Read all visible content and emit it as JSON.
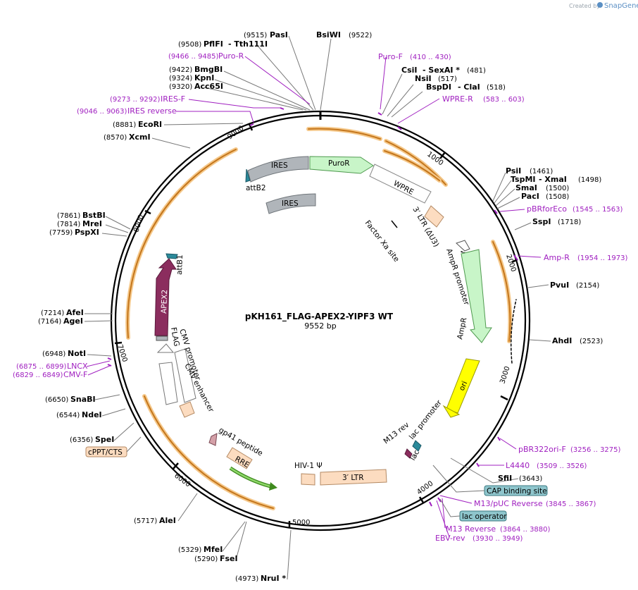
{
  "credit": {
    "prefix": "Created by",
    "brand": "SnapGene"
  },
  "plasmid": {
    "name": "pKH161_FLAG-APEX2-YIPF3 WT",
    "size": "9552 bp"
  },
  "ticks": [
    "1000",
    "2000",
    "3000",
    "4000",
    "5000",
    "6000",
    "7000",
    "8000",
    "9000"
  ],
  "sites": [
    {
      "id": "pasi",
      "pos": "(9515)",
      "name": "PasI"
    },
    {
      "id": "bsiwi",
      "pos": "(9522)",
      "name": "BsiWI"
    },
    {
      "id": "pflfi",
      "pos": "(9508)",
      "name": "PflFI",
      "extra": "- Tth111I"
    },
    {
      "id": "bmgbi",
      "pos": "(9422)",
      "name": "BmgBI"
    },
    {
      "id": "kpni",
      "pos": "(9324)",
      "name": "KpnI"
    },
    {
      "id": "acc65i",
      "pos": "(9320)",
      "name": "Acc65I"
    },
    {
      "id": "ecori",
      "pos": "(8881)",
      "name": "EcoRI"
    },
    {
      "id": "xcmi",
      "pos": "(8570)",
      "name": "XcmI"
    },
    {
      "id": "bstbi",
      "pos": "(7861)",
      "name": "BstBI"
    },
    {
      "id": "mrei",
      "pos": "(7814)",
      "name": "MreI"
    },
    {
      "id": "pspxi",
      "pos": "(7759)",
      "name": "PspXI"
    },
    {
      "id": "afei",
      "pos": "(7214)",
      "name": "AfeI"
    },
    {
      "id": "agei",
      "pos": "(7164)",
      "name": "AgeI"
    },
    {
      "id": "noti",
      "pos": "(6948)",
      "name": "NotI"
    },
    {
      "id": "snabi",
      "pos": "(6650)",
      "name": "SnaBI"
    },
    {
      "id": "ndei",
      "pos": "(6544)",
      "name": "NdeI"
    },
    {
      "id": "spei",
      "pos": "(6356)",
      "name": "SpeI"
    },
    {
      "id": "alei",
      "pos": "(5717)",
      "name": "AleI"
    },
    {
      "id": "mfei",
      "pos": "(5329)",
      "name": "MfeI"
    },
    {
      "id": "fsei",
      "pos": "(5290)",
      "name": "FseI"
    },
    {
      "id": "nrui",
      "pos": "(4973)",
      "name": "NruI *"
    },
    {
      "id": "csii",
      "name": "CsiI",
      "extra": "- SexAI *",
      "pos": "(481)"
    },
    {
      "id": "nsii",
      "name": "NsiI",
      "pos": "(517)"
    },
    {
      "id": "bspdi",
      "name": "BspDI",
      "extra": "- ClaI",
      "pos": "(518)"
    },
    {
      "id": "psii",
      "name": "PsiI",
      "pos": "(1461)"
    },
    {
      "id": "tspmi",
      "name": "TspMI",
      "extra": "- XmaI",
      "pos": "(1498)"
    },
    {
      "id": "smai",
      "name": "SmaI",
      "pos": "(1500)"
    },
    {
      "id": "paci",
      "name": "PacI",
      "pos": "(1508)"
    },
    {
      "id": "sspi",
      "name": "SspI",
      "pos": "(1718)"
    },
    {
      "id": "pvui",
      "name": "PvuI",
      "pos": "(2154)"
    },
    {
      "id": "ahdi",
      "name": "AhdI",
      "pos": "(2523)"
    },
    {
      "id": "sfii",
      "name": "SfiI",
      "pos": "(3643)"
    }
  ],
  "primers": [
    {
      "id": "puror",
      "pos": "(9466 .. 9485)",
      "name": "Puro-R"
    },
    {
      "id": "iresf",
      "pos": "(9273 .. 9292)",
      "name": "IRES-F"
    },
    {
      "id": "iresrev",
      "pos": "(9046 .. 9063)",
      "name": "IRES reverse"
    },
    {
      "id": "lncx",
      "pos": "(6875 .. 6899)",
      "name": "LNCX"
    },
    {
      "id": "cmvf",
      "pos": "(6829 .. 6849)",
      "name": "CMV-F"
    },
    {
      "id": "purof",
      "name": "Puro-F",
      "pos": "(410 .. 430)"
    },
    {
      "id": "wprer",
      "name": "WPRE-R",
      "pos": "(583 .. 603)"
    },
    {
      "id": "pbrforeco",
      "name": "pBRforEco",
      "pos": "(1545 .. 1563)"
    },
    {
      "id": "ampr",
      "name": "Amp-R",
      "pos": "(1954 .. 1973)"
    },
    {
      "id": "pbr322orif",
      "name": "pBR322ori-F",
      "pos": "(3256 .. 3275)"
    },
    {
      "id": "l4440",
      "name": "L4440",
      "pos": "(3509 .. 3526)"
    },
    {
      "id": "m13puc",
      "name": "M13/pUC Reverse",
      "pos": "(3845 .. 3867)"
    },
    {
      "id": "m13rev",
      "name": "M13 Reverse",
      "pos": "(3864 .. 3880)"
    },
    {
      "id": "ebvrev",
      "name": "EBV-rev",
      "pos": "(3930 .. 3949)"
    }
  ],
  "boxes": {
    "cppt": "cPPT/CTS",
    "cap": "CAP binding site",
    "lacop": "lac operator"
  },
  "features": {
    "ires_top": "IRES",
    "puror": "PuroR",
    "wpre": "WPRE",
    "attb2": "attB2",
    "ires_bottom": "IRES",
    "ltr_du3": "3′ LTR (ΔU3)",
    "factorxa": "Factor Xa site",
    "ampr_promoter": "AmpR promoter",
    "ampr": "AmpR",
    "ori": "ori",
    "lac_promoter": "lac promoter",
    "m13rev": "M13 rev",
    "lac": "lac",
    "ltr3": "3′ LTR",
    "hiv_psi": "HIV-1 Ψ",
    "rre": "RRE",
    "gp41": "gp41 peptide",
    "cmv_promoter": "CMV promoter",
    "cmv_enhancer": "CMV enhancer",
    "flag": "FLAG",
    "apex2": "APEX2",
    "attb1": "attB1"
  },
  "colors": {
    "backbone": "#000000",
    "orange_arc": "#f5c88a",
    "gray": "#b0b5ba",
    "green_light": "#c8f5c8",
    "peach": "#fcdcc0",
    "yellow": "#ffff00",
    "apex": "#8b2d5e",
    "teal": "#2b8a9a",
    "primer": "#a020c0",
    "cap_box": "#8ec5cc",
    "green_arrow": "#5aa832"
  }
}
